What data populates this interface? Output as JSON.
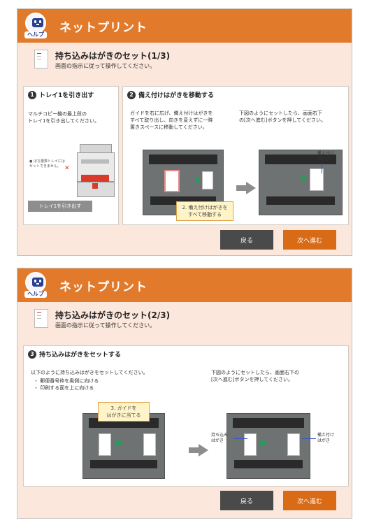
{
  "app_title": "ネットプリント",
  "help_label": "ヘルプ",
  "screen1": {
    "step_title": "持ち込みはがきのセット(1/3)",
    "step_subtitle": "画面の指示に従って操作してください。",
    "panel1": {
      "number": "1",
      "heading": "トレイ1を引き出す",
      "text": "マルチコピー機の最上段の\nトレイ1を引き出してください。",
      "note": "● ほち量数トレイには\nセットできません。",
      "button_label": "トレイ1を引き出す"
    },
    "panel2": {
      "number": "2",
      "heading": "備え付けはがきを移動する",
      "text_left": "ガイドを右に広げ、備え付けはがきを\nすべて取り出し、向きを変えずに一時\n置きスペースに移動してください。",
      "text_right": "下図のようにセットしたら、画面右下\nの[次へ進む]ボタンを押してください。",
      "callout": "2. 備え付けはがきを\nすべて移動する",
      "label_right": "備え付け\nはがき"
    },
    "buttons": {
      "back": "戻る",
      "next": "次へ進む"
    }
  },
  "screen2": {
    "step_title": "持ち込みはがきのセット(2/3)",
    "step_subtitle": "画面の指示に従って操作してください。",
    "panel": {
      "number": "3",
      "heading": "持ち込みはがきをセットする",
      "text_left": "以下のように持ち込みはがきをセットしてください。",
      "bullets": [
        "・ 郵便番号枠を奥側に向ける",
        "・ 印刷する面を上に向ける"
      ],
      "text_right": "下図のようにセットしたら、画面右下の\n[次へ進む]ボタンを押してください。",
      "callout": "3. ガイドを\nはがきに当てる",
      "label_left": "持ち込み\nはがき",
      "label_right": "備え付け\nはがき"
    },
    "buttons": {
      "back": "戻る",
      "next": "次へ進む"
    }
  },
  "colors": {
    "header": "#e27a2c",
    "background": "#fbe7dc",
    "next_button": "#d96a16",
    "back_button": "#4a4a4a",
    "help_icon": "#2b3f8f"
  },
  "icons": [
    "help-robot-icon",
    "document-icon",
    "step-number-badge",
    "arrow-right-icon"
  ]
}
